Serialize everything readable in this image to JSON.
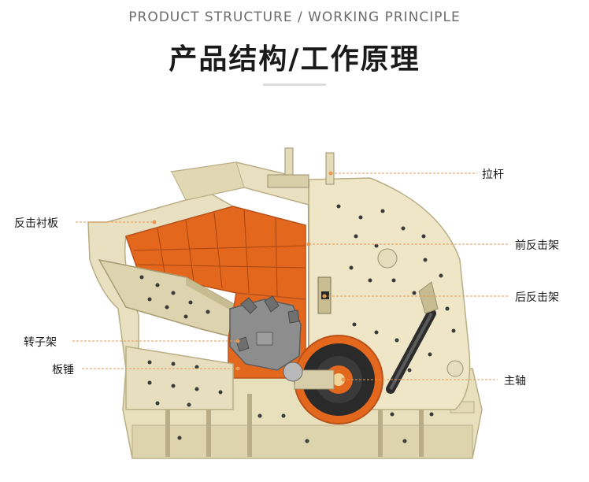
{
  "header": {
    "subtitle": "PRODUCT STRUCTURE / WORKING PRINCIPLE",
    "title": "产品结构/工作原理"
  },
  "callouts": {
    "pull_rod": "拉杆",
    "impact_liner": "反击衬板",
    "front_impact_frame": "前反击架",
    "rear_impact_frame": "后反击架",
    "rotor_frame": "转子架",
    "blow_bar": "板锤",
    "main_shaft": "主轴"
  },
  "colors": {
    "body": "#ece3c4",
    "liner": "#e4671e",
    "rotor": "#8d8d8d",
    "flywheel": "#2a2a2a",
    "leader": "#e59a54"
  }
}
